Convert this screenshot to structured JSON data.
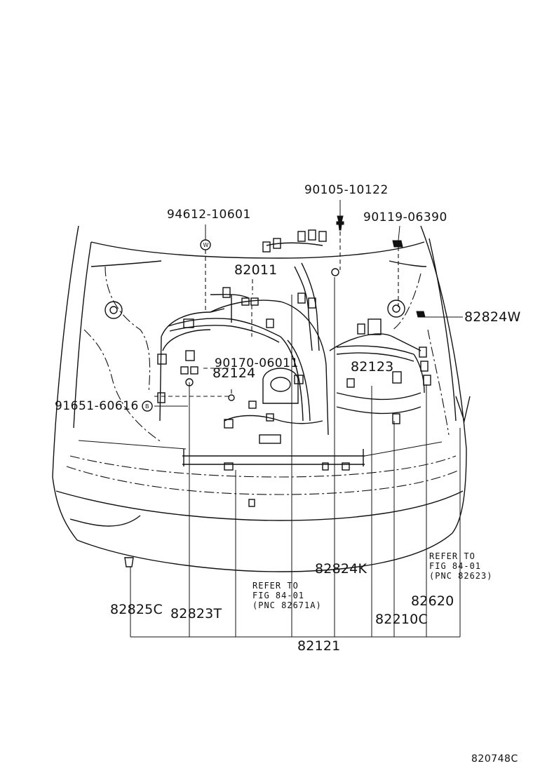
{
  "labels": {
    "p94612": "94612-10601",
    "p90105": "90105-10122",
    "p90119": "90119-06390",
    "p82011": "82011",
    "p82824W": "82824W",
    "p90170": "90170-06011",
    "p82124": "82124",
    "p82123": "82123",
    "p91651": "91651-60616",
    "p82824K": "82824K",
    "p82825C": "82825C",
    "p82823T": "82823T",
    "p82620": "82620",
    "p82210C": "82210C",
    "p82121": "82121",
    "figure_id": "820748C"
  },
  "notes": {
    "right": {
      "line1": "REFER TO",
      "line2": "FIG 84-01",
      "line3": "(PNC 82623)"
    },
    "center": {
      "line1": "REFER TO",
      "line2": "FIG 84-01",
      "line3": "(PNC 82671A)"
    }
  },
  "badges": {
    "w": "W",
    "b": "B"
  }
}
